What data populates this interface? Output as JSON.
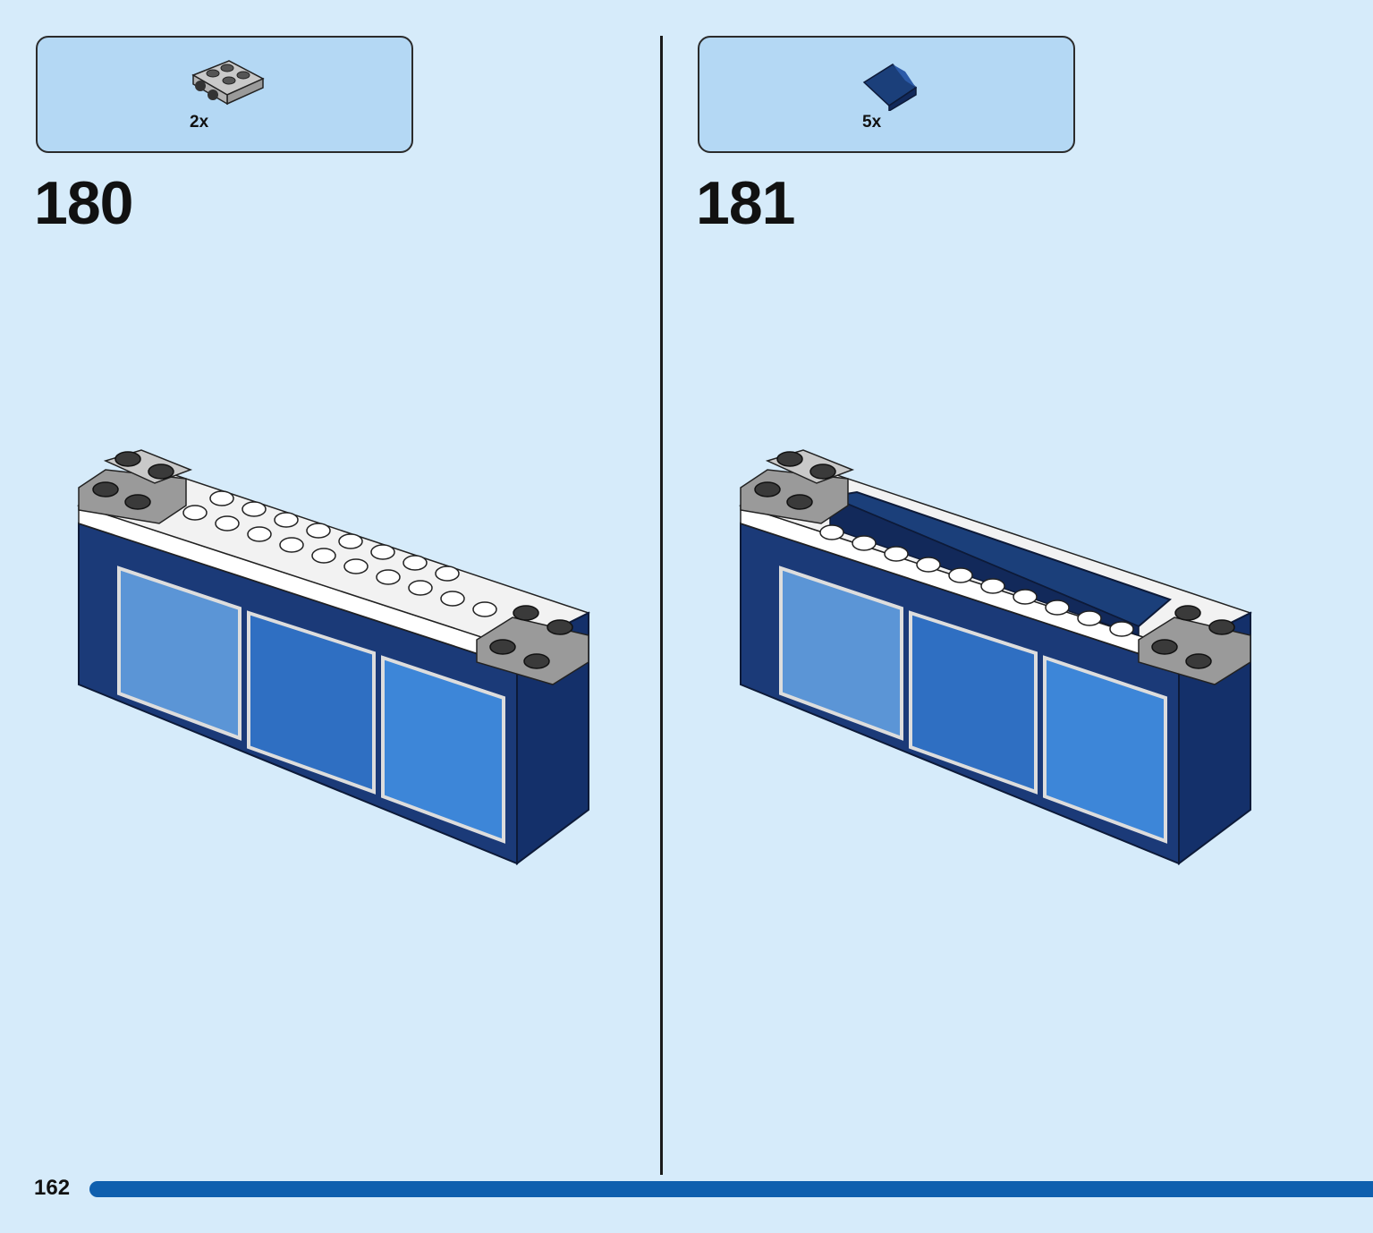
{
  "steps": [
    {
      "number": "180",
      "part_quantity": "2x",
      "part_name": "light-gray-plate-with-wheels",
      "part_color": "#a7a7a7"
    },
    {
      "number": "181",
      "part_quantity": "5x",
      "part_name": "dark-blue-slope-tile",
      "part_color": "#1b3f7a"
    }
  ],
  "page_number": "162",
  "colors": {
    "background": "#d6ebfa",
    "callout": "#b4d8f4",
    "dark_blue": "#1b3a78",
    "bright_blue": "#1d6fd0",
    "page_bar": "#0f5fae"
  }
}
